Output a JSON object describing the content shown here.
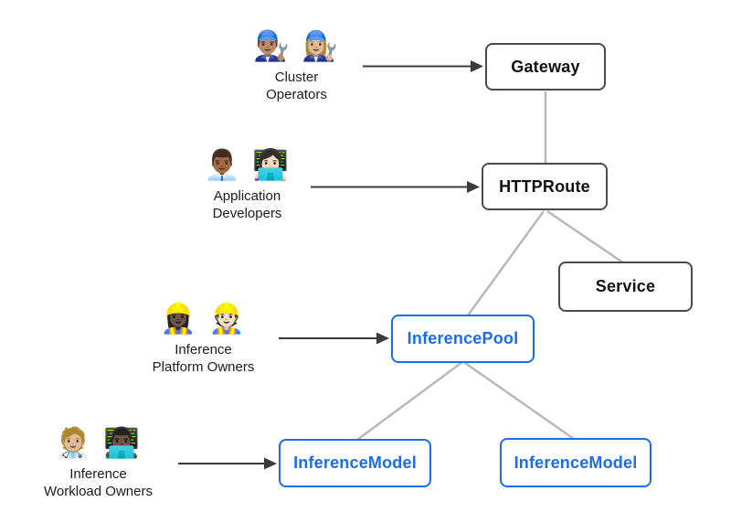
{
  "colors": {
    "background": "#ffffff",
    "node_border_dark": "#4a4a4a",
    "node_text_dark": "#111111",
    "node_border_blue": "#1a6ce8",
    "node_text_blue": "#1a6ce8",
    "edge_gray": "#b8b8b8",
    "arrow_dark": "#3b3b3b",
    "persona_text": "#1c1c1e"
  },
  "nodes": {
    "gateway": {
      "label": "Gateway"
    },
    "httproute": {
      "label": "HTTPRoute"
    },
    "service": {
      "label": "Service"
    },
    "inference_pool": {
      "label": "InferencePool"
    },
    "inference_model_left": {
      "label": "InferenceModel"
    },
    "inference_model_right": {
      "label": "InferenceModel"
    }
  },
  "personas": {
    "cluster_operators": {
      "emoji": "👨🏽‍🔧 👩🏼‍🔧",
      "line1": "Cluster",
      "line2": "Operators"
    },
    "application_developers": {
      "emoji": "👨🏾‍💼 👩🏻‍💻",
      "line1": "Application",
      "line2": "Developers"
    },
    "inference_platform_owners": {
      "emoji": "👷🏿‍♀️ 👷🏻",
      "line1": "Inference",
      "line2": "Platform Owners"
    },
    "inference_workload_owners": {
      "emoji": "🧑🏼‍⚕️ 👨🏿‍💻",
      "line1": "Inference",
      "line2": "Workload Owners"
    }
  }
}
